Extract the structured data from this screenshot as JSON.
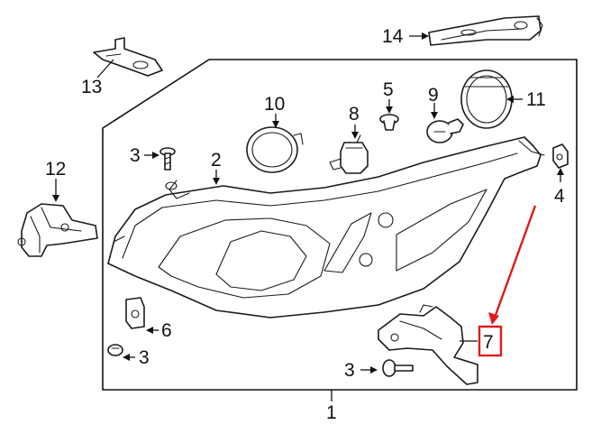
{
  "callouts": {
    "p1": "1",
    "p2": "2",
    "p3a": "3",
    "p3b": "3",
    "p3c": "3",
    "p4": "4",
    "p5": "5",
    "p6": "6",
    "p7": "7",
    "p8": "8",
    "p9": "9",
    "p10": "10",
    "p11": "11",
    "p12": "12",
    "p13": "13",
    "p14": "14"
  },
  "highlight": {
    "part": "7",
    "color": "#e0191b"
  },
  "colors": {
    "line": "#1a1a1a",
    "background": "#ffffff"
  }
}
